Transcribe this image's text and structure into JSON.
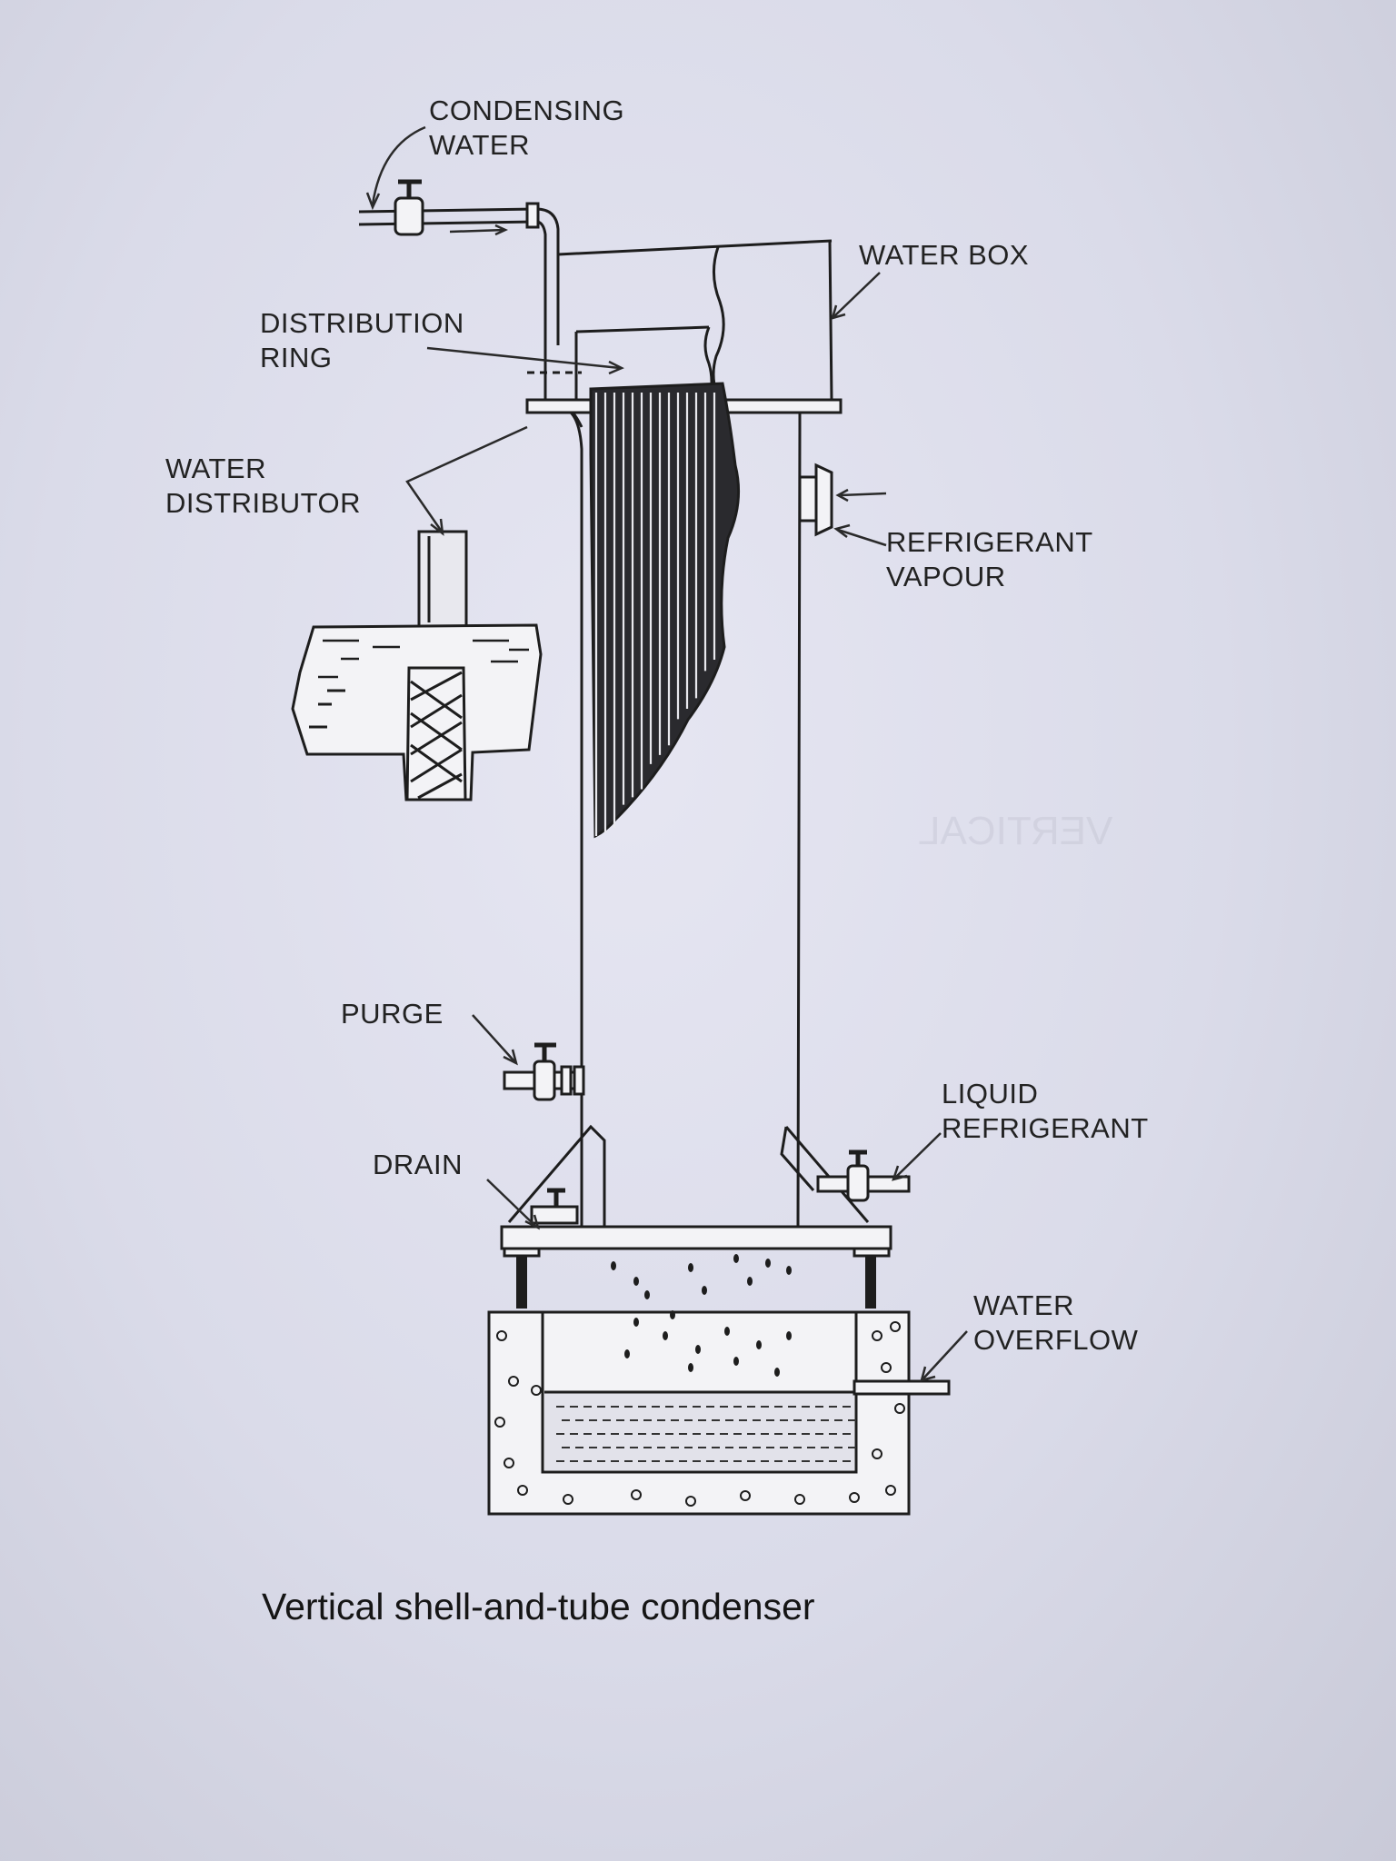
{
  "labels": {
    "condensing_water": [
      "CONDENSING",
      "WATER"
    ],
    "water_box": "WATER BOX",
    "distribution_ring": [
      "DISTRIBUTION",
      "RING"
    ],
    "water_distributor": [
      "WATER",
      "DISTRIBUTOR"
    ],
    "refrigerant_vapour": [
      "REFRIGERANT",
      "VAPOUR"
    ],
    "purge": "PURGE",
    "drain": "DRAIN",
    "liquid_refrigerant": [
      "LIQUID",
      "REFRIGERANT"
    ],
    "water_overflow": [
      "WATER",
      "OVERFLOW"
    ]
  },
  "caption": "Vertical shell-and-tube condenser",
  "colors": {
    "paper": "#dcdcea",
    "ink": "#1d1d1d"
  }
}
